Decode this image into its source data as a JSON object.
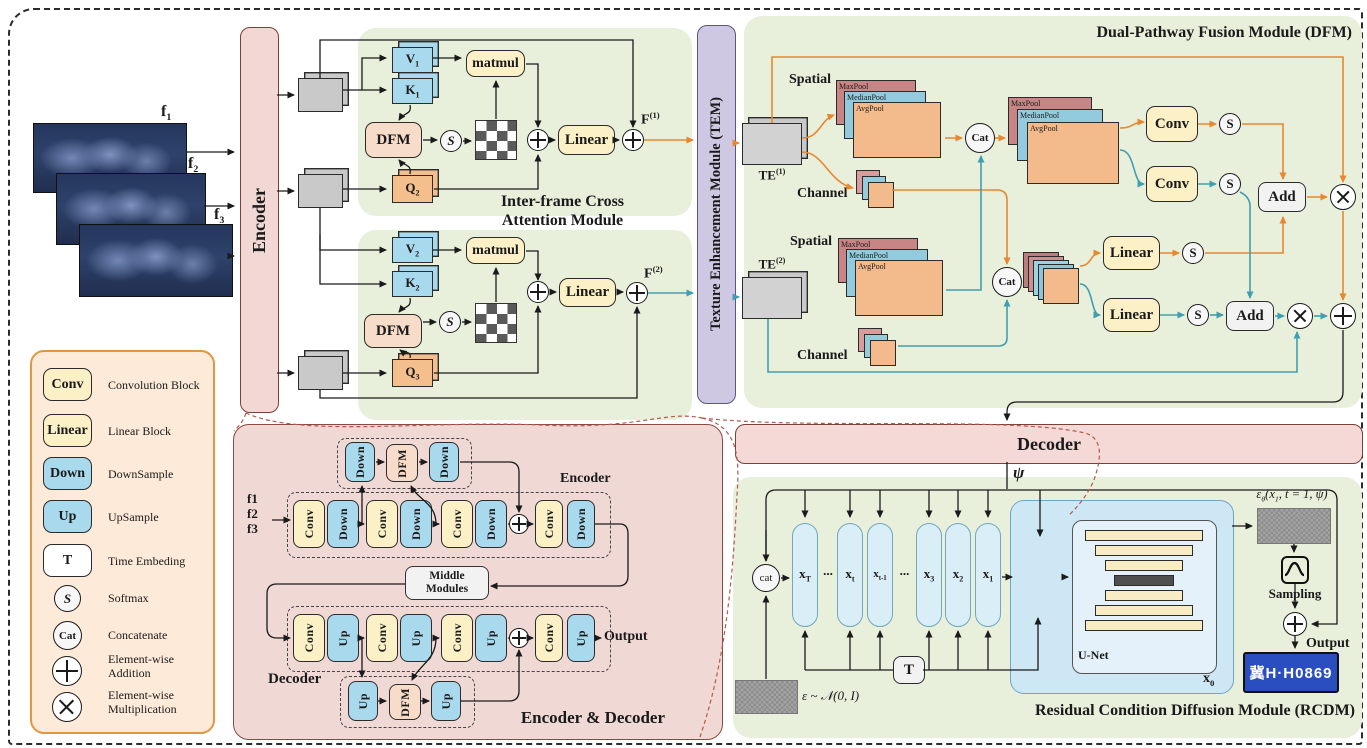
{
  "titles": {
    "dfm": "Dual-Pathway Fusion Module (DFM)",
    "rcdm": "Residual Condition Diffusion Module (RCDM)",
    "encdec": "Encoder & Decoder",
    "attn1": "Inter-frame Cross",
    "attn2": "Attention Module",
    "encoder_bar": "Encoder",
    "decoder_bar": "Decoder",
    "tem_bar": "Texture Enhancement Module (TEM)",
    "encoder_inner": "Encoder",
    "decoder_inner": "Decoder"
  },
  "blocks": {
    "conv": "Conv",
    "linear": "Linear",
    "down": "Down",
    "up": "Up",
    "t": "T",
    "s": "S",
    "cat": "Cat",
    "dfm": "DFM",
    "matmul": "matmul",
    "add": "Add"
  },
  "labels": {
    "spatial": "Spatial",
    "channel": "Channel",
    "maxpool": "MaxPool",
    "medianpool": "MedianPool",
    "avgpool": "AvgPool",
    "middle1": "Middle",
    "middle2": "Modules",
    "output": "Output",
    "sampling": "Sampling",
    "unet": "U-Net",
    "cat_small": "cat",
    "f1": "f1",
    "f2": "f2",
    "f3": "f3"
  },
  "math": {
    "f1": "f<sub>1</sub>",
    "f2": "f<sub>2</sub>",
    "f3": "f<sub>3</sub>",
    "v1": "V<sub>1</sub>",
    "k1": "K<sub>1</sub>",
    "q2": "Q<sub>2</sub>",
    "v2": "V<sub>2</sub>",
    "k2": "K<sub>2</sub>",
    "q3": "Q<sub>3</sub>",
    "fo1": "F<sup>(1)</sup>",
    "fo2": "F<sup>(2)</sup>",
    "te1": "TE<sup>(1)</sup>",
    "te2": "TE<sup>(2)</sup>",
    "psi": "ψ",
    "xT": "x<sub>T</sub>",
    "xt": "x<sub>t</sub>",
    "xt1": "x<sub>t-1</sub>",
    "x3": "x<sub>3</sub>",
    "x2": "x<sub>2</sub>",
    "x1": "x<sub>1</sub>",
    "x0": "x<sub>0</sub>",
    "one": "1",
    "dots": "...",
    "eps_theta": "ε<sub>θ</sub>(x<sub>1</sub>, t = 1, ψ)",
    "noise": "ε ~ 𝒩(0, I)"
  },
  "legend": {
    "items": [
      {
        "icon": "conv-block",
        "badge": "Conv",
        "label": "Convolution Block"
      },
      {
        "icon": "linear-block",
        "badge": "Linear",
        "label": "Linear Block"
      },
      {
        "icon": "down-block",
        "badge": "Down",
        "label": "DownSample"
      },
      {
        "icon": "up-block",
        "badge": "Up",
        "label": "UpSample"
      },
      {
        "icon": "time-block",
        "badge": "T",
        "label": "Time Embeding"
      },
      {
        "icon": "softmax-circle",
        "badge": "S",
        "label": "Softmax"
      },
      {
        "icon": "concat-circle",
        "badge": "Cat",
        "label": "Concatenate"
      },
      {
        "icon": "plus-circle",
        "badge": "⊕",
        "label": "Element-wise Addition"
      },
      {
        "icon": "times-circle",
        "badge": "⊗",
        "label": "Element-wise Multiplication"
      }
    ]
  },
  "colors": {
    "orange_path": "#e8872e",
    "teal_path": "#3f9fae",
    "green_module": "#e8efdb",
    "pink_module": "#f0d8d4",
    "tem_purple": "#cfc8e3",
    "legend_peach": "#fdead8"
  },
  "output_plate": "冀H·H0869"
}
